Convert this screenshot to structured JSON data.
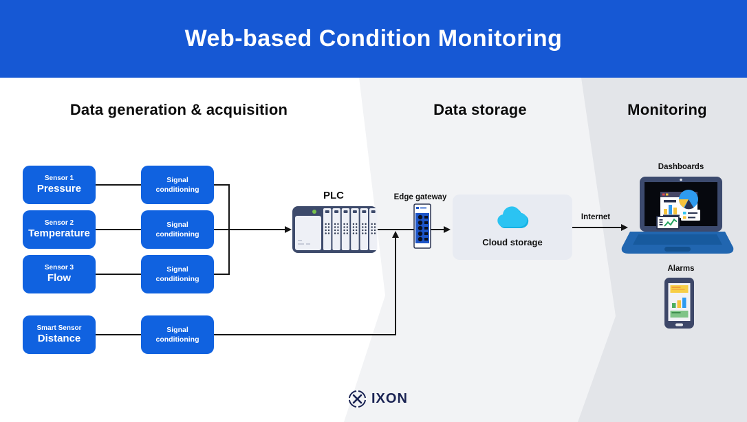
{
  "header": {
    "title": "Web-based Condition Monitoring"
  },
  "sections": {
    "s1": "Data generation & acquisition",
    "s2": "Data storage",
    "s3": "Monitoring"
  },
  "sensors": [
    {
      "line1": "Sensor 1",
      "line2": "Pressure"
    },
    {
      "line1": "Sensor 2",
      "line2": "Temperature"
    },
    {
      "line1": "Sensor 3",
      "line2": "Flow"
    },
    {
      "line1": "Smart Sensor",
      "line2": "Distance"
    }
  ],
  "labels": {
    "signal_conditioning": "Signal conditioning",
    "plc": "PLC",
    "edge_gateway": "Edge gateway",
    "cloud_storage": "Cloud storage",
    "internet": "Internet",
    "dashboards": "Dashboards",
    "alarms": "Alarms"
  },
  "logo": {
    "text": "IXON"
  },
  "colors": {
    "header_bg": "#1658d4",
    "box_blue": "#1062e0",
    "band_light": "#f2f3f5",
    "band_dark": "#e3e5e9",
    "cloud_panel_bg": "#e8ebf2",
    "cloud_icon": "#2bc3f2",
    "device_navy": "#3d4a6b",
    "laptop_base_blue": "#2166b0",
    "connector_line": "#141414",
    "logo_navy": "#1a2353"
  }
}
